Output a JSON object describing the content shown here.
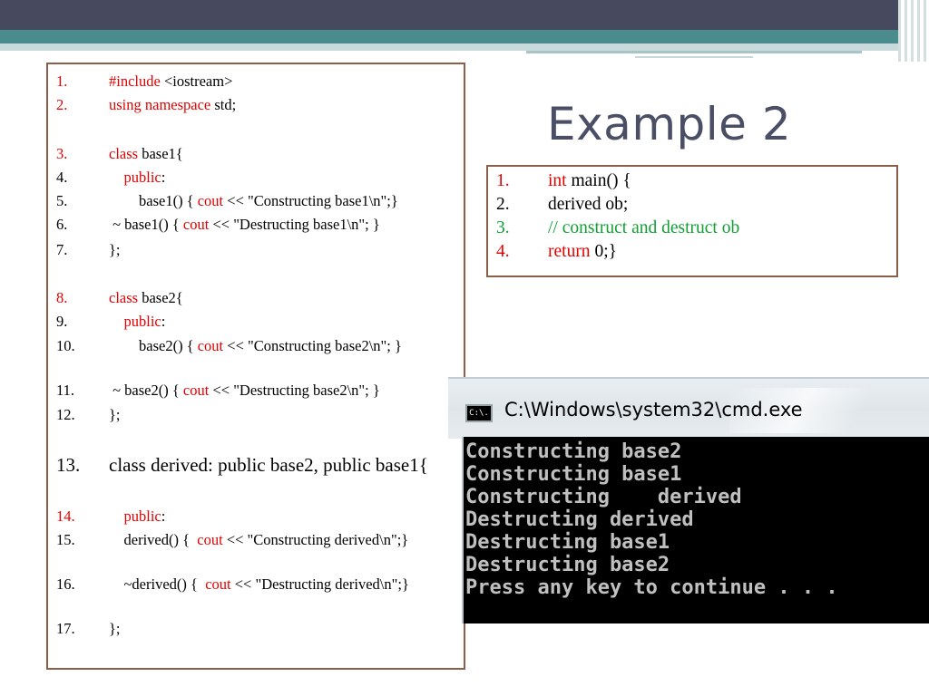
{
  "slide": {
    "title": "Example 2"
  },
  "left_code": [
    {
      "num": "1.",
      "parts": [
        {
          "t": "#include",
          "c": "red"
        },
        {
          "t": " <iostream>",
          "c": "black"
        }
      ],
      "num_color": "red"
    },
    {
      "num": "2.",
      "parts": [
        {
          "t": "using namespace",
          "c": "red"
        },
        {
          "t": " std;",
          "c": "black"
        }
      ],
      "num_color": "red"
    },
    {
      "num": "3.",
      "parts": [
        {
          "t": "class",
          "c": "red"
        },
        {
          "t": " base1{",
          "c": "black"
        }
      ],
      "num_color": "red"
    },
    {
      "num": "4.",
      "parts": [
        {
          "t": "    public",
          "c": "red"
        },
        {
          "t": ":",
          "c": "black"
        }
      ],
      "num_color": "black"
    },
    {
      "num": "5.",
      "parts": [
        {
          "t": "        base1() { ",
          "c": "black"
        },
        {
          "t": "cout",
          "c": "red"
        },
        {
          "t": " << \"Constructing base1\\n\";}",
          "c": "black"
        }
      ],
      "num_color": "black"
    },
    {
      "num": "6.",
      "parts": [
        {
          "t": " ~ base1() { ",
          "c": "black"
        },
        {
          "t": "cout",
          "c": "red"
        },
        {
          "t": " << \"Destructing base1\\n\"; }",
          "c": "black"
        }
      ],
      "num_color": "black"
    },
    {
      "num": "7.",
      "parts": [
        {
          "t": "};",
          "c": "black"
        }
      ],
      "num_color": "black"
    },
    {
      "num": "8.",
      "parts": [
        {
          "t": "class",
          "c": "red"
        },
        {
          "t": " base2{",
          "c": "black"
        }
      ],
      "num_color": "red"
    },
    {
      "num": "9.",
      "parts": [
        {
          "t": "    public",
          "c": "red"
        },
        {
          "t": ":",
          "c": "black"
        }
      ],
      "num_color": "black"
    },
    {
      "num": "10.",
      "parts": [
        {
          "t": "        base2() { ",
          "c": "black"
        },
        {
          "t": "cout",
          "c": "red"
        },
        {
          "t": " << \"Constructing base2\\n\"; }",
          "c": "black"
        }
      ],
      "num_color": "black"
    },
    {
      "num": "11.",
      "parts": [
        {
          "t": " ~ base2() { ",
          "c": "black"
        },
        {
          "t": "cout",
          "c": "red"
        },
        {
          "t": " << \"Destructing base2\\n\"; }",
          "c": "black"
        }
      ],
      "num_color": "black"
    },
    {
      "num": "12.",
      "parts": [
        {
          "t": "};",
          "c": "black"
        }
      ],
      "num_color": "black"
    },
    {
      "num": "13.",
      "parts": [
        {
          "t": "class derived: public base2, public base1{",
          "c": "black"
        }
      ],
      "num_color": "black"
    },
    {
      "num": "14.",
      "parts": [
        {
          "t": "    public",
          "c": "red"
        },
        {
          "t": ":",
          "c": "black"
        }
      ],
      "num_color": "red"
    },
    {
      "num": "15.",
      "parts": [
        {
          "t": "    derived() {  ",
          "c": "black"
        },
        {
          "t": "cout",
          "c": "red"
        },
        {
          "t": " << \"Constructing derived\\n\";}",
          "c": "black"
        }
      ],
      "num_color": "black"
    },
    {
      "num": "16.",
      "parts": [
        {
          "t": "    ~derived() {  ",
          "c": "black"
        },
        {
          "t": "cout",
          "c": "red"
        },
        {
          "t": " << \"Destructing derived\\n\";}",
          "c": "black"
        }
      ],
      "num_color": "black"
    },
    {
      "num": "17.",
      "parts": [
        {
          "t": "};",
          "c": "black"
        }
      ],
      "num_color": "black"
    }
  ],
  "right_code": [
    {
      "num": "1.",
      "parts": [
        {
          "t": "int",
          "c": "red"
        },
        {
          "t": " main() {",
          "c": "black"
        }
      ],
      "num_color": "red"
    },
    {
      "num": "2.",
      "parts": [
        {
          "t": "derived ob;",
          "c": "black"
        }
      ],
      "num_color": "black"
    },
    {
      "num": "3.",
      "parts": [
        {
          "t": "// construct and destruct ob",
          "c": "green"
        }
      ],
      "num_color": "green"
    },
    {
      "num": "4.",
      "parts": [
        {
          "t": "return",
          "c": "red"
        },
        {
          "t": " 0;}",
          "c": "black"
        }
      ],
      "num_color": "red"
    }
  ],
  "console": {
    "title": "C:\\Windows\\system32\\cmd.exe",
    "icon_label": "C:\\.",
    "lines": [
      "Constructing base2",
      "Constructing base1",
      "Constructing    derived",
      "Destructing derived",
      "Destructing base1",
      "Destructing base2",
      "Press any key to continue . . ."
    ]
  },
  "colors": {
    "keyword": "#e60000",
    "comment": "#11a033",
    "box_border": "#8b5e4a",
    "title": "#4b4f66"
  }
}
